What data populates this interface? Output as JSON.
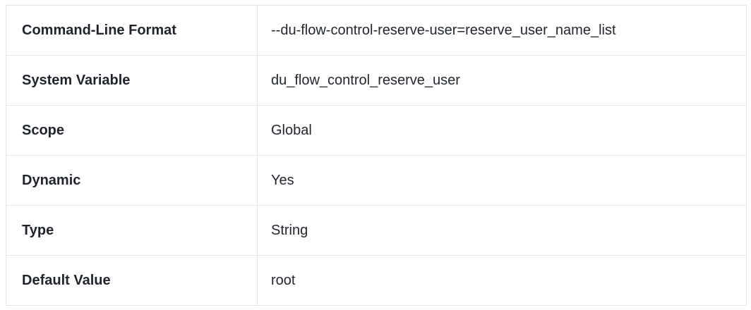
{
  "table": {
    "rows": [
      {
        "label": "Command-Line Format",
        "value": "--du-flow-control-reserve-user=reserve_user_name_list"
      },
      {
        "label": "System Variable",
        "value": "du_flow_control_reserve_user"
      },
      {
        "label": "Scope",
        "value": "Global"
      },
      {
        "label": "Dynamic",
        "value": "Yes"
      },
      {
        "label": "Type",
        "value": "String"
      },
      {
        "label": "Default Value",
        "value": "root"
      }
    ]
  },
  "colors": {
    "background": "#ffffff",
    "border": "#e2e5e9",
    "label_text": "#1f242c",
    "value_text": "#22272e"
  }
}
